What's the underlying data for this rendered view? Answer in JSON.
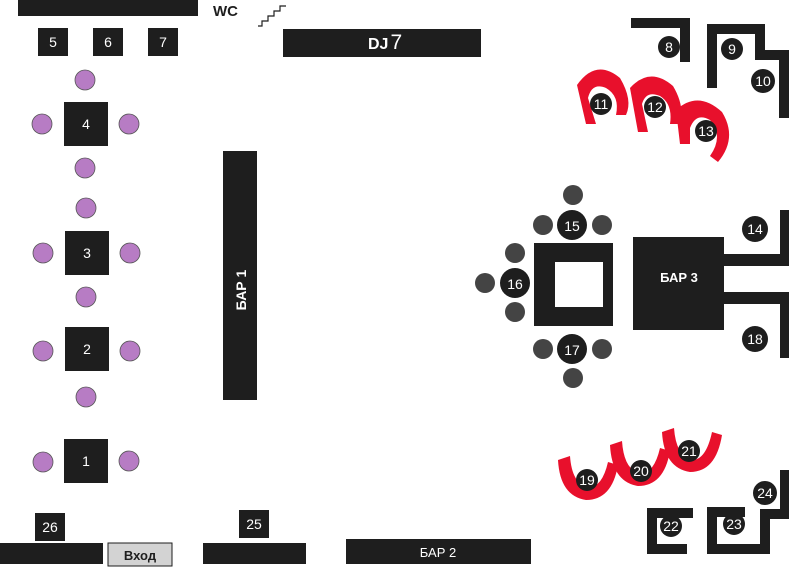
{
  "labels": {
    "wc": "WC",
    "dj": "DJ",
    "dj_number": "7",
    "bar1": "БАР 1",
    "bar2": "БАР 2",
    "bar3": "БАР 3",
    "entrance": "Вход"
  },
  "tables": {
    "t1": "1",
    "t2": "2",
    "t3": "3",
    "t4": "4",
    "t5": "5",
    "t6": "6",
    "t7": "7",
    "t8": "8",
    "t9": "9",
    "t10": "10",
    "t11": "11",
    "t12": "12",
    "t13": "13",
    "t14": "14",
    "t15": "15",
    "t16": "16",
    "t17": "17",
    "t18": "18",
    "t19": "19",
    "t20": "20",
    "t21": "21",
    "t22": "22",
    "t23": "23",
    "t24": "24",
    "t25": "25",
    "t26": "26"
  },
  "colors": {
    "black": "#1e1e1e",
    "sofa_red": "#e8102c",
    "chair_purple": "#b77cc4",
    "chair_grey": "#444444",
    "entrance_bg": "#d3d3d3"
  },
  "icons": {
    "stairs": "stairs-icon"
  }
}
